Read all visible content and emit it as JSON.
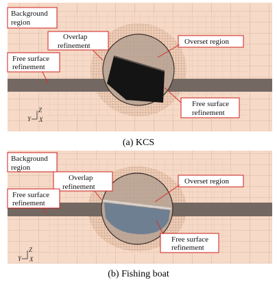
{
  "panels": [
    {
      "caption": "(a) KCS",
      "callouts": {
        "background": [
          "Background",
          "region"
        ],
        "overlap": [
          "Overlap",
          "refinement"
        ],
        "overset": [
          "Overset region"
        ],
        "free_surface_left": [
          "Free surface",
          "refinement"
        ],
        "free_surface_right": [
          "Free surface",
          "refinement"
        ]
      },
      "axes": {
        "z": "Z",
        "y": "Y",
        "x": "X"
      },
      "hull_color": "#141414"
    },
    {
      "caption": "(b) Fishing boat",
      "callouts": {
        "background": [
          "Background",
          "region"
        ],
        "overlap": [
          "Overlap",
          "refinement"
        ],
        "overset": [
          "Overset region"
        ],
        "free_surface_left": [
          "Free surface",
          "refinement"
        ],
        "free_surface_right": [
          "Free surface",
          "refinement"
        ]
      },
      "axes": {
        "z": "Z",
        "y": "Y",
        "x": "X"
      },
      "hull_color": "#6f7f92"
    }
  ],
  "colors": {
    "mesh_background": "#f6d9c6",
    "mesh_line": "#b89c8a",
    "callout_border": "#d0312d"
  }
}
